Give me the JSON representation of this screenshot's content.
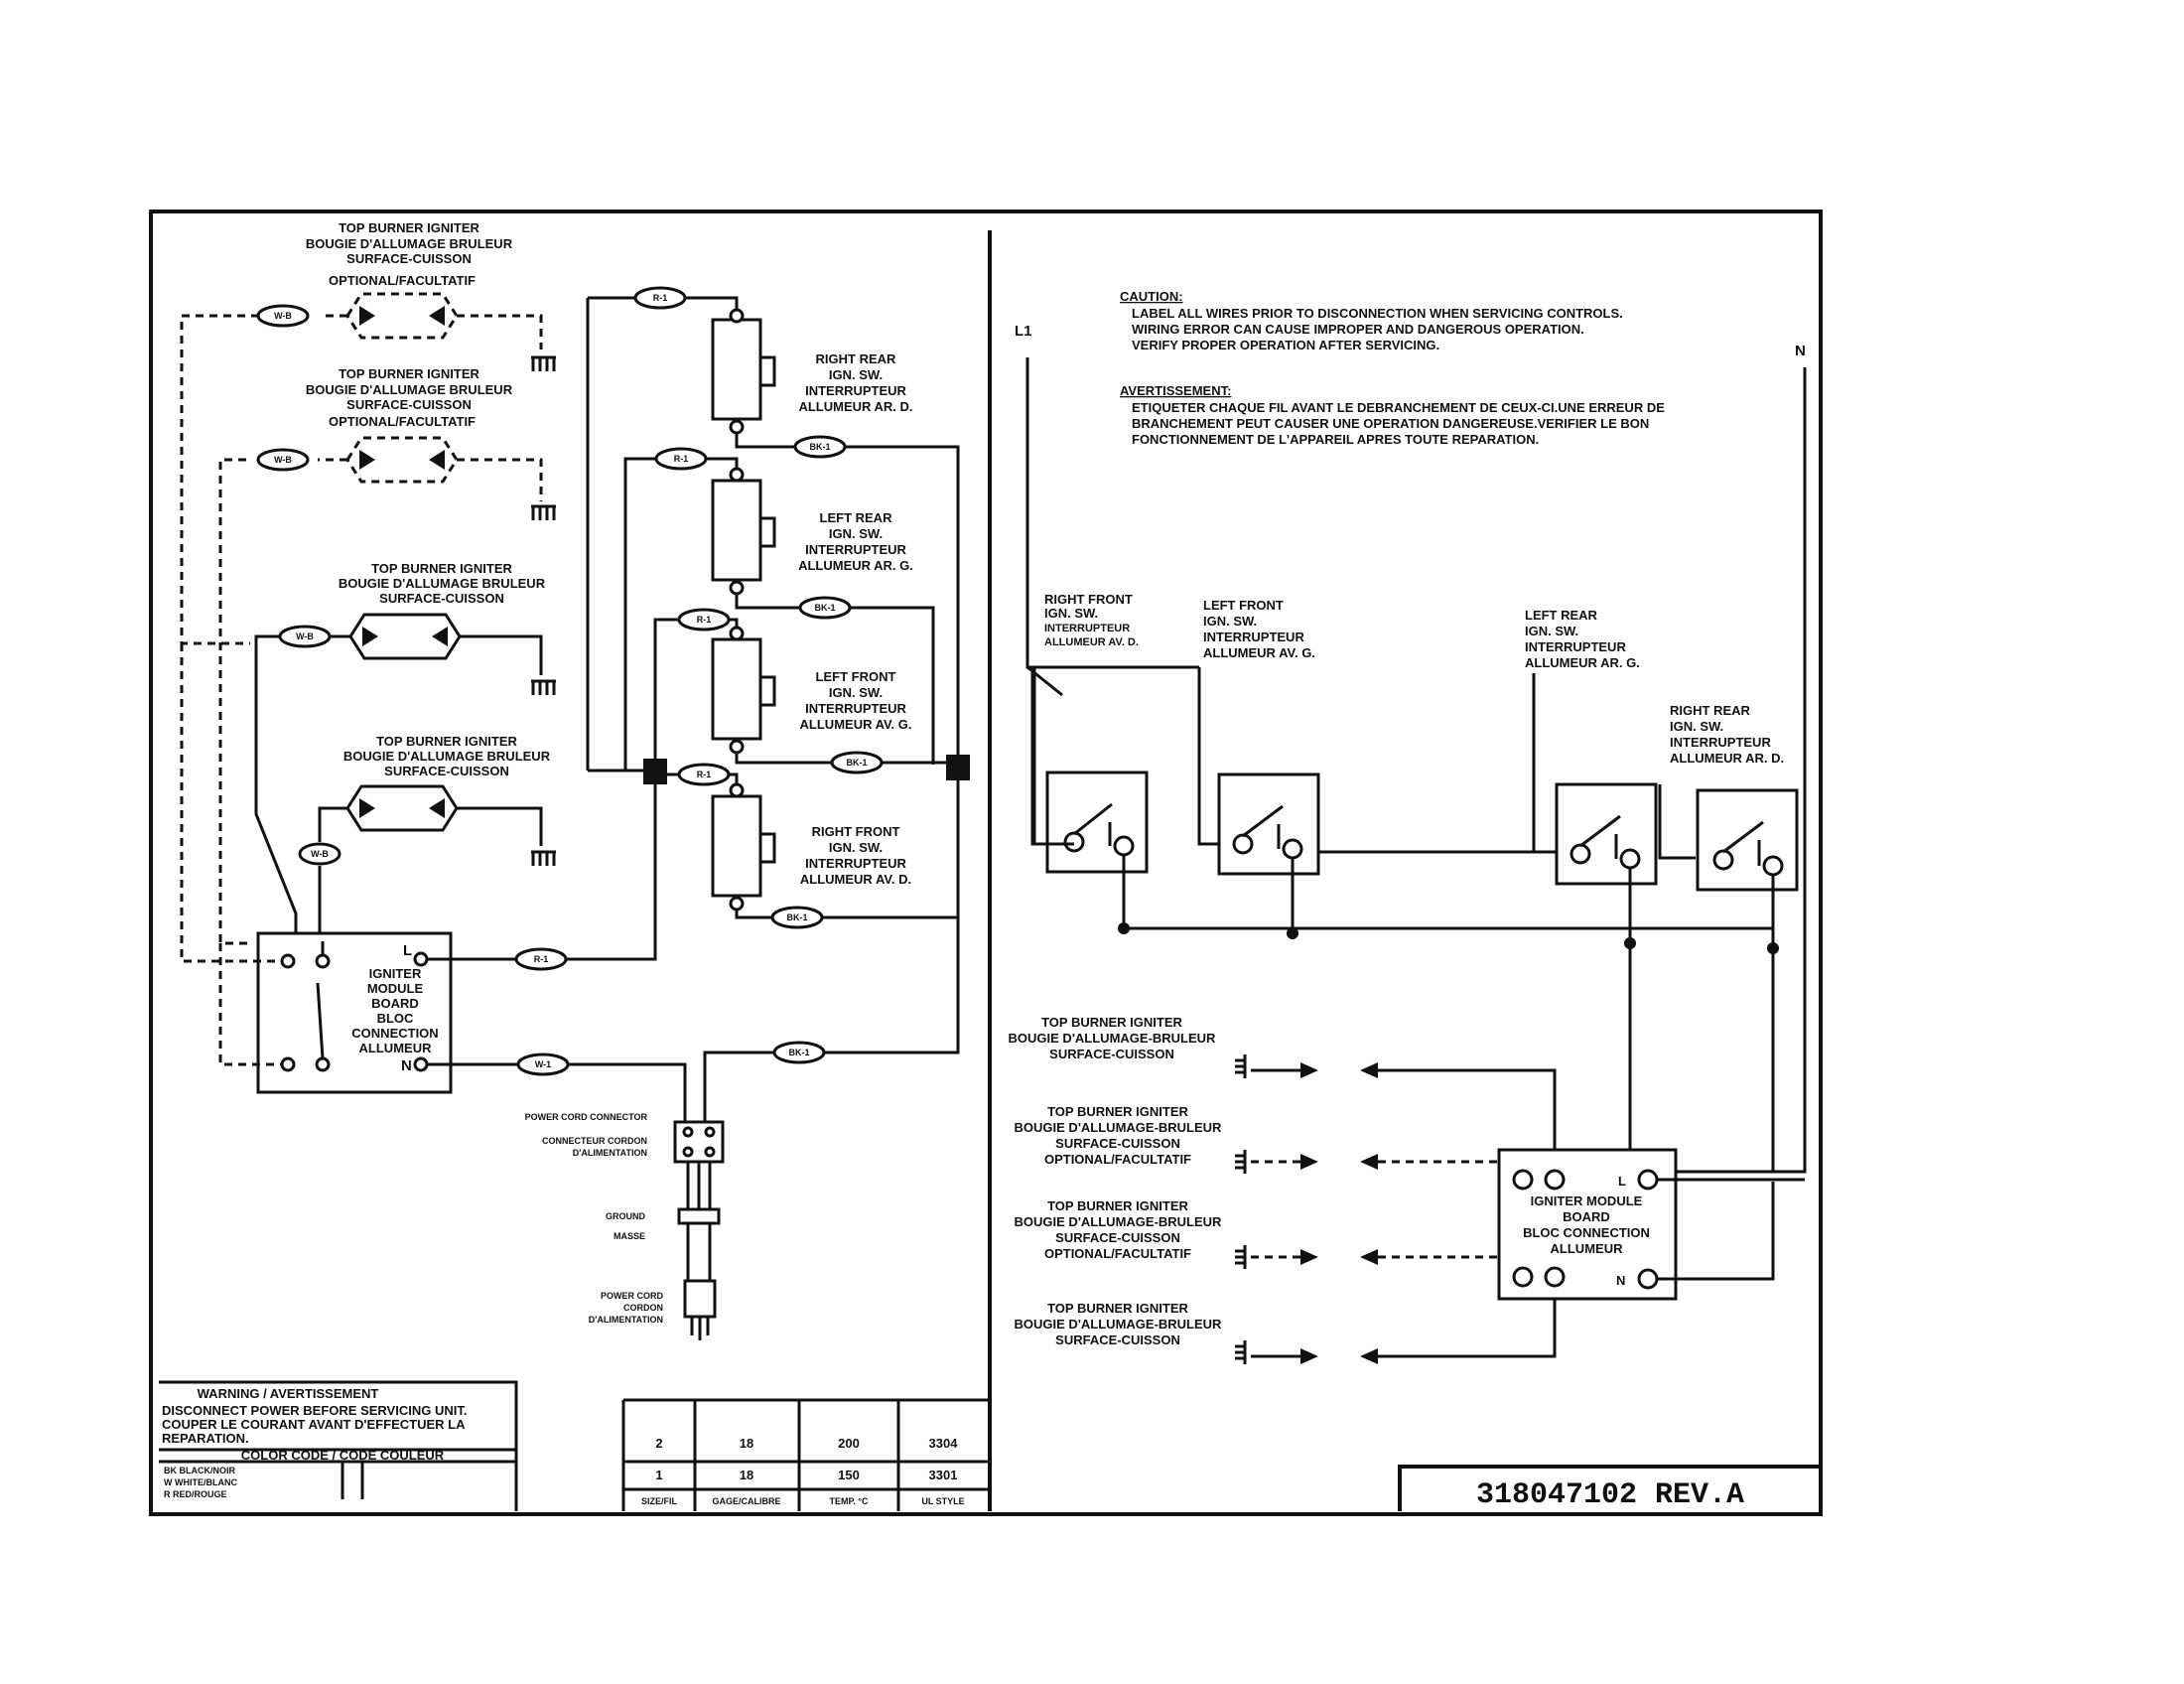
{
  "left_panel": {
    "igniters": [
      {
        "line1": "TOP BURNER IGNITER",
        "line2": "BOUGIE D'ALLUMAGE BRULEUR",
        "line3": "SURFACE-CUISSON",
        "line4": "OPTIONAL/FACULTATIF",
        "wire": "W-B"
      },
      {
        "line1": "TOP BURNER IGNITER",
        "line2": "BOUGIE D'ALLUMAGE BRULEUR",
        "line3": "SURFACE-CUISSON",
        "line4": "OPTIONAL/FACULTATIF",
        "wire": "W-B"
      },
      {
        "line1": "TOP BURNER IGNITER",
        "line2": "BOUGIE D'ALLUMAGE BRULEUR",
        "line3": "SURFACE-CUISSON",
        "wire": "W-B"
      },
      {
        "line1": "TOP BURNER IGNITER",
        "line2": "BOUGIE D'ALLUMAGE BRULEUR",
        "line3": "SURFACE-CUISSON",
        "wire": "W-B"
      }
    ],
    "switches": [
      {
        "line1": "RIGHT REAR",
        "line2": "IGN. SW.",
        "line3": "INTERRUPTEUR",
        "line4": "ALLUMEUR AR. D.",
        "wire_top": "R-1",
        "wire_right": "BK-1"
      },
      {
        "line1": "LEFT REAR",
        "line2": "IGN. SW.",
        "line3": "INTERRUPTEUR",
        "line4": "ALLUMEUR AR. G.",
        "wire_top": "R-1",
        "wire_right": "BK-1"
      },
      {
        "line1": "LEFT FRONT",
        "line2": "IGN. SW.",
        "line3": "INTERRUPTEUR",
        "line4": "ALLUMEUR AV. G.",
        "wire_top": "R-1",
        "wire_right": "BK-1"
      },
      {
        "line1": "RIGHT FRONT",
        "line2": "IGN. SW.",
        "line3": "INTERRUPTEUR",
        "line4": "ALLUMEUR AV. D.",
        "wire_top": "R-1",
        "wire_right": "BK-1"
      }
    ],
    "module": {
      "line1": "IGNITER",
      "line2": "MODULE",
      "line3": "BOARD",
      "line4": "BLOC",
      "line5": "CONNECTION",
      "line6": "ALLUMEUR",
      "l": "L",
      "n": "N"
    },
    "wires": {
      "to_l": "R-1",
      "to_n": "W-1",
      "to_plug": "BK-1",
      "bottom_module": "W-B"
    },
    "cord": {
      "connector": "POWER CORD CONNECTOR",
      "connector_fr1": "CONNECTEUR CORDON",
      "connector_fr2": "D'ALIMENTATION",
      "ground1": "GROUND",
      "ground2": "MASSE",
      "cord1": "POWER CORD",
      "cord2": "CORDON",
      "cord3": "D'ALIMENTATION"
    },
    "warning": {
      "title": "WARNING / AVERTISSEMENT",
      "line1": "DISCONNECT POWER BEFORE SERVICING UNIT.",
      "line2": "COUPER LE COURANT AVANT D'EFFECTUER LA",
      "line3": "REPARATION.",
      "color_title": "COLOR CODE / CODE COULEUR",
      "codes": [
        "BK BLACK/NOIR",
        "W WHITE/BLANC",
        "R RED/ROUGE"
      ]
    },
    "spec_table": {
      "rows": [
        [
          "2",
          "18",
          "200",
          "3304"
        ],
        [
          "1",
          "18",
          "150",
          "3301"
        ]
      ],
      "headers": [
        "SIZE/FIL",
        "GAGE/CALIBRE",
        "TEMP. °C",
        "UL STYLE"
      ]
    }
  },
  "right_panel": {
    "l1": "L1",
    "n": "N",
    "caution": {
      "title": "CAUTION:",
      "lines": [
        "LABEL ALL WIRES PRIOR TO DISCONNECTION WHEN SERVICING CONTROLS.",
        "WIRING ERROR CAN CAUSE IMPROPER AND DANGEROUS OPERATION.",
        "VERIFY PROPER OPERATION AFTER SERVICING."
      ]
    },
    "avert": {
      "title": "AVERTISSEMENT:",
      "lines": [
        "ETIQUETER CHAQUE FIL AVANT LE DEBRANCHEMENT DE CEUX-CI.UNE ERREUR DE",
        "BRANCHEMENT PEUT CAUSER UNE OPERATION DANGEREUSE.VERIFIER LE BON",
        "FONCTIONNEMENT DE L'APPAREIL APRES TOUTE REPARATION."
      ]
    },
    "switches": [
      {
        "line1": "RIGHT FRONT",
        "line2": "IGN. SW.",
        "line3": "INTERRUPTEUR",
        "line4": "ALLUMEUR AV. D."
      },
      {
        "line1": "LEFT FRONT",
        "line2": "IGN. SW.",
        "line3": "INTERRUPTEUR",
        "line4": "ALLUMEUR AV. G."
      },
      {
        "line1": "LEFT REAR",
        "line2": "IGN. SW.",
        "line3": "INTERRUPTEUR",
        "line4": "ALLUMEUR AR. G."
      },
      {
        "line1": "RIGHT REAR",
        "line2": "IGN. SW.",
        "line3": "INTERRUPTEUR",
        "line4": "ALLUMEUR AR. D."
      }
    ],
    "igniters": [
      {
        "line1": "TOP BURNER IGNITER",
        "line2": "BOUGIE D'ALLUMAGE-BRULEUR",
        "line3": "SURFACE-CUISSON"
      },
      {
        "line1": "TOP BURNER IGNITER",
        "line2": "BOUGIE D'ALLUMAGE-BRULEUR",
        "line3": "SURFACE-CUISSON",
        "line4": "OPTIONAL/FACULTATIF"
      },
      {
        "line1": "TOP BURNER IGNITER",
        "line2": "BOUGIE D'ALLUMAGE-BRULEUR",
        "line3": "SURFACE-CUISSON",
        "line4": "OPTIONAL/FACULTATIF"
      },
      {
        "line1": "TOP BURNER IGNITER",
        "line2": "BOUGIE D'ALLUMAGE-BRULEUR",
        "line3": "SURFACE-CUISSON"
      }
    ],
    "module": {
      "line1": "IGNITER MODULE",
      "line2": "BOARD",
      "line3": "BLOC CONNECTION",
      "line4": "ALLUMEUR",
      "l": "L",
      "n": "N"
    },
    "part_number": "318047102 REV.A"
  }
}
